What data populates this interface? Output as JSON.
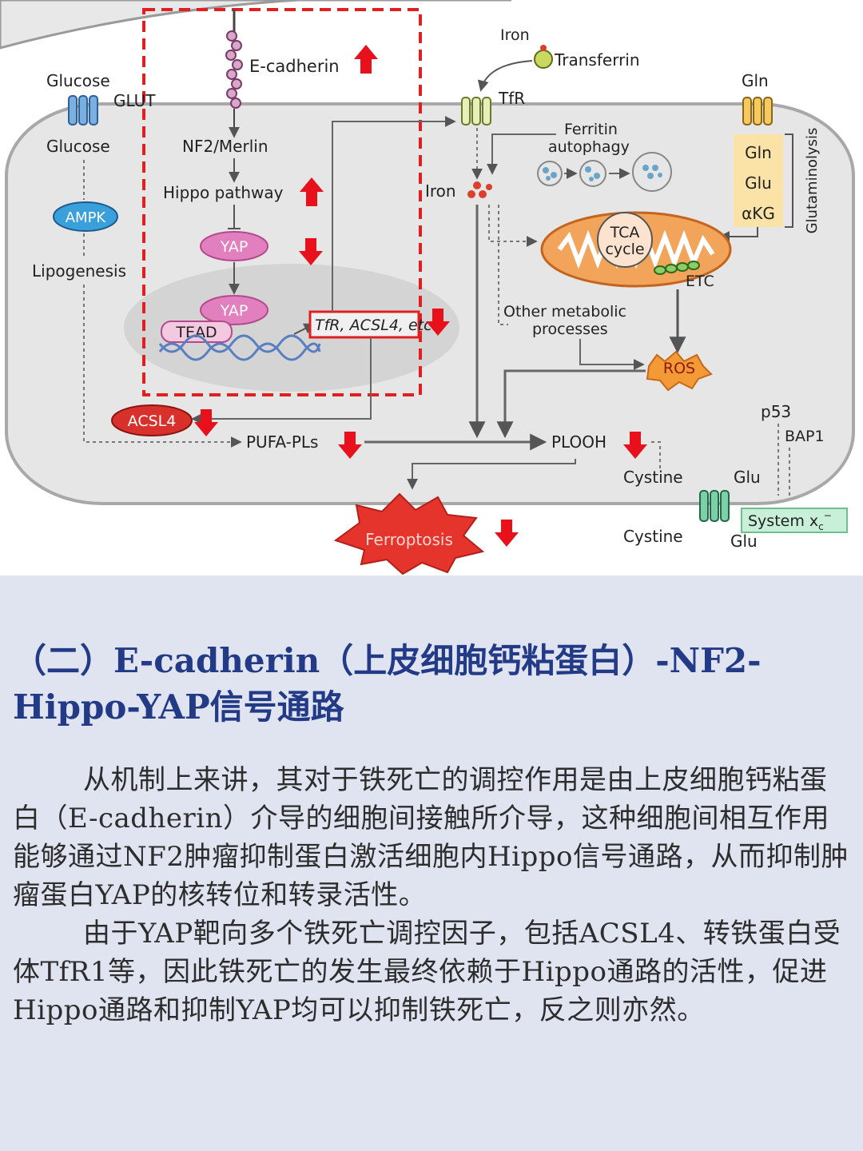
{
  "diagram": {
    "labels": {
      "iron_top": "Iron",
      "transferrin": "Transferrin",
      "tfr": "TfR",
      "gln_top": "Gln",
      "glucose_top": "Glucose",
      "glut": "GLUT",
      "glucose_in": "Glucose",
      "ampk": "AMPK",
      "lipogenesis": "Lipogenesis",
      "e_cadherin": "E-cadherin",
      "nf2_merlin": "NF2/Merlin",
      "hippo_pathway": "Hippo pathway",
      "yap": "YAP",
      "yap_nucleus": "YAP",
      "tead": "TEAD",
      "target_genes": "TfR, ACSL4, etc.",
      "ferritin_autophagy_1": "Ferritin",
      "ferritin_autophagy_2": "autophagy",
      "iron_cell": "Iron",
      "gln_box": "Gln",
      "glu_box": "Glu",
      "akg_box": "αKG",
      "glutaminolysis": "Glutaminolysis",
      "tca_1": "TCA",
      "tca_2": "cycle",
      "etc": "ETC",
      "other_metabolic_1": "Other metabolic",
      "other_metabolic_2": "processes",
      "ros": "ROS",
      "acsl4": "ACSL4",
      "pufa_pls": "PUFA-PLs",
      "plooh": "PLOOH",
      "p53": "p53",
      "bap1": "BAP1",
      "cystine_in": "Cystine",
      "glu_in": "Glu",
      "system_xc": "System x",
      "system_xc_sub": "c",
      "system_xc_sup": "−",
      "cystine_out": "Cystine",
      "glu_out": "Glu",
      "ferroptosis": "Ferroptosis"
    },
    "colors": {
      "cell_fill": "#e6e6e6",
      "nucleus_fill": "#d4d4d4",
      "highlight_dash": "#e02020",
      "up_down_arrow": "#e8101a",
      "yap_pink": "#e27fbf",
      "ampk_blue": "#3aa0dc",
      "acsl4_red": "#d8312c",
      "mito_orange": "#f2a45b",
      "ros_orange": "#f39a36",
      "ferroptosis_red": "#e4342c",
      "system_xc_green": "#c8efd8",
      "glutaminolysis_fill": "#fbe3a8"
    },
    "arrows": {
      "e_cadherin": "up",
      "hippo_pathway": "up",
      "yap": "down",
      "target_genes": "down",
      "acsl4": "down",
      "pufa_pls": "down",
      "plooh": "down",
      "ferroptosis": "down"
    }
  },
  "text": {
    "heading": "（二）E-cadherin（上皮细胞钙粘蛋白）-NF2-Hippo-YAP信号通路",
    "paragraph_1": "从机制上来讲，其对于铁死亡的调控作用是由上皮细胞钙粘蛋白（E-cadherin）介导的细胞间接触所介导，这种细胞间相互作用能够通过NF2肿瘤抑制蛋白激活细胞内Hippo信号通路，从而抑制肿瘤蛋白YAP的核转位和转录活性。",
    "paragraph_2": "由于YAP靶向多个铁死亡调控因子，包括ACSL4、转铁蛋白受体TfR1等，因此铁死亡的发生最终依赖于Hippo通路的活性，促进Hippo通路和抑制YAP均可以抑制铁死亡，反之则亦然。"
  }
}
